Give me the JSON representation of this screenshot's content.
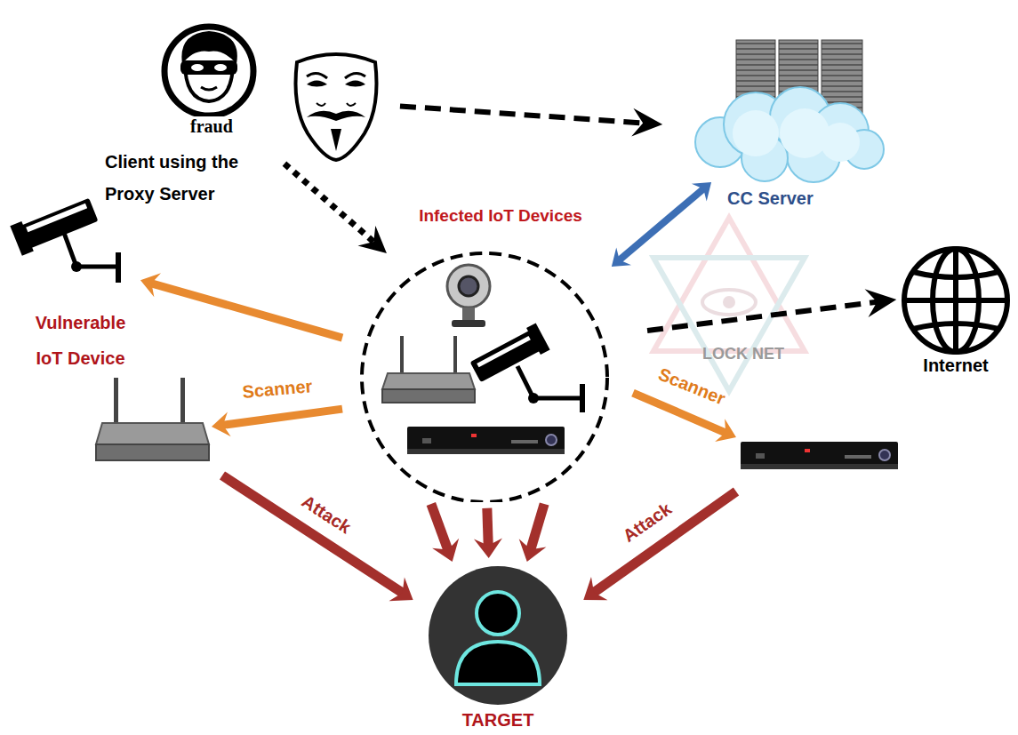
{
  "diagram": {
    "nodes": [
      {
        "text": [
          "fraud",
          "Client using the Proxy Server"
        ]
      },
      {
        "text": [
          "Infected IoT Devices"
        ]
      },
      {
        "text": [
          "CC Server"
        ]
      },
      {
        "text": [
          "Internet"
        ]
      },
      {
        "text": [
          "Vulnerable IoT Device"
        ]
      },
      {
        "text": []
      },
      {
        "text": []
      },
      {
        "text": [
          "TARGET"
        ]
      }
    ],
    "edges": [
      {
        "from": 0,
        "to": 2,
        "arrow": "to"
      },
      {
        "from": 0,
        "to": 1,
        "arrow": "to"
      },
      {
        "from": 2,
        "to": 1,
        "arrow": "both"
      },
      {
        "from": 1,
        "to": 3,
        "arrow": "to"
      },
      {
        "from": 1,
        "to": 4,
        "arrow": "to"
      },
      {
        "from": 1,
        "to": 5,
        "label": "Scanner",
        "arrow": "to"
      },
      {
        "from": 1,
        "to": 6,
        "label": "Scanner",
        "arrow": "to"
      },
      {
        "from": 5,
        "to": 7,
        "label": "Attack",
        "arrow": "to"
      },
      {
        "from": 6,
        "to": 7,
        "label": "Attack",
        "arrow": "to"
      },
      {
        "from": 1,
        "to": 7,
        "arrow": "to"
      },
      {
        "from": 1,
        "to": 7,
        "arrow": "to"
      },
      {
        "from": 1,
        "to": 7,
        "arrow": "to"
      }
    ],
    "labels": [
      "LOCK NET"
    ]
  }
}
